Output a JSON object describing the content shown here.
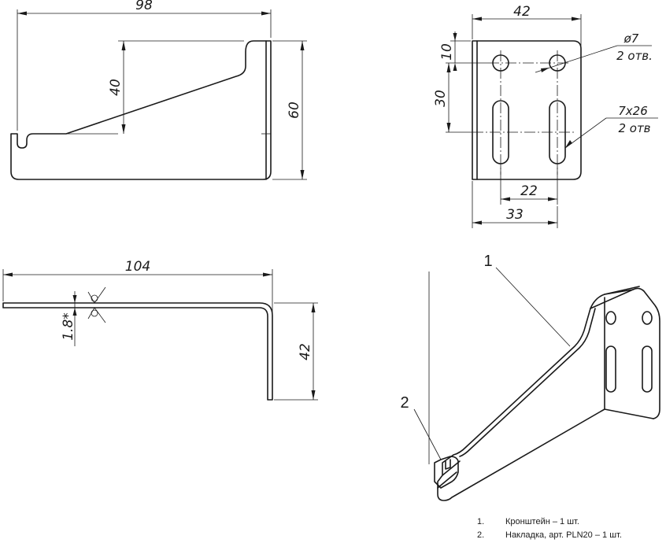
{
  "side_view": {
    "width": "98",
    "height_inner": "40",
    "height_total": "60"
  },
  "front_view": {
    "width": "42",
    "hole_top_offset": "10",
    "hole_spacing": "30",
    "hole_label_size": "ø7",
    "hole_label_count": "2 отв.",
    "slot_label_size": "7x26",
    "slot_label_count": "2 отв",
    "slot_spacing": "22",
    "holes_outer": "33"
  },
  "top_view": {
    "length": "104",
    "thickness": "1.8*",
    "height": "42"
  },
  "iso_view": {
    "callout_1": "1",
    "callout_2": "2"
  },
  "spec_list": [
    {
      "num": "1.",
      "text": "Кронштейн – 1 шт."
    },
    {
      "num": "2.",
      "text": "Накладка, арт. PLN20 – 1 шт."
    }
  ]
}
